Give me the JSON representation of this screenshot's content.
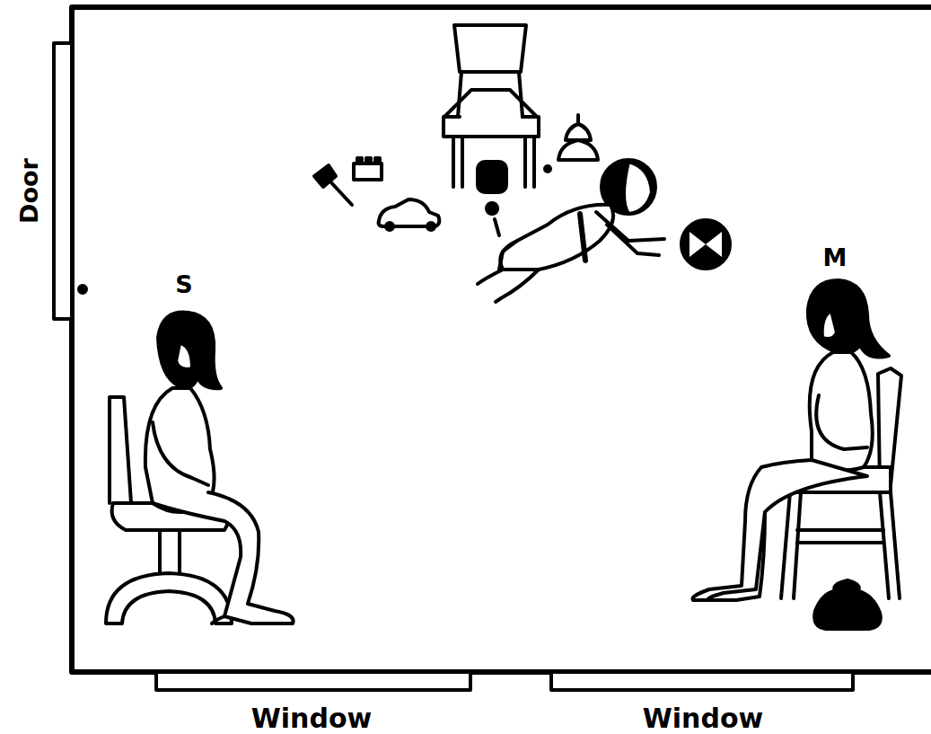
{
  "diagram": {
    "labels": [
      "Door",
      "S",
      "M",
      "Window",
      "Window"
    ]
  }
}
